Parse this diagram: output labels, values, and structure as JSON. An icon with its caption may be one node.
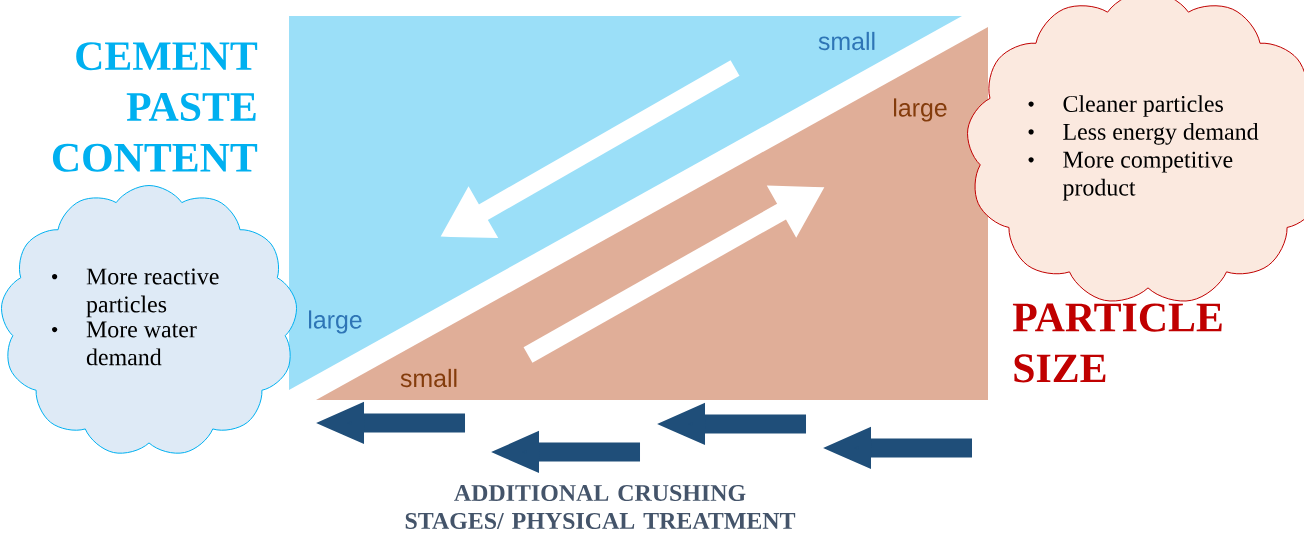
{
  "diagram": {
    "nodes": [
      {
        "text": [
          "small",
          "large"
        ]
      },
      {
        "text": [
          "large",
          "small"
        ]
      },
      {
        "text": [
          "More reactive particles",
          "More water demand"
        ]
      },
      {
        "text": [
          "Cleaner particles",
          "Less energy demand",
          "More competitive product"
        ]
      }
    ],
    "labels": [
      "CEMENT PASTE CONTENT",
      "PARTICLE SIZE",
      "ADDITIONAL CRUSHING STAGES/ PHYSICAL TREATMENT"
    ]
  }
}
